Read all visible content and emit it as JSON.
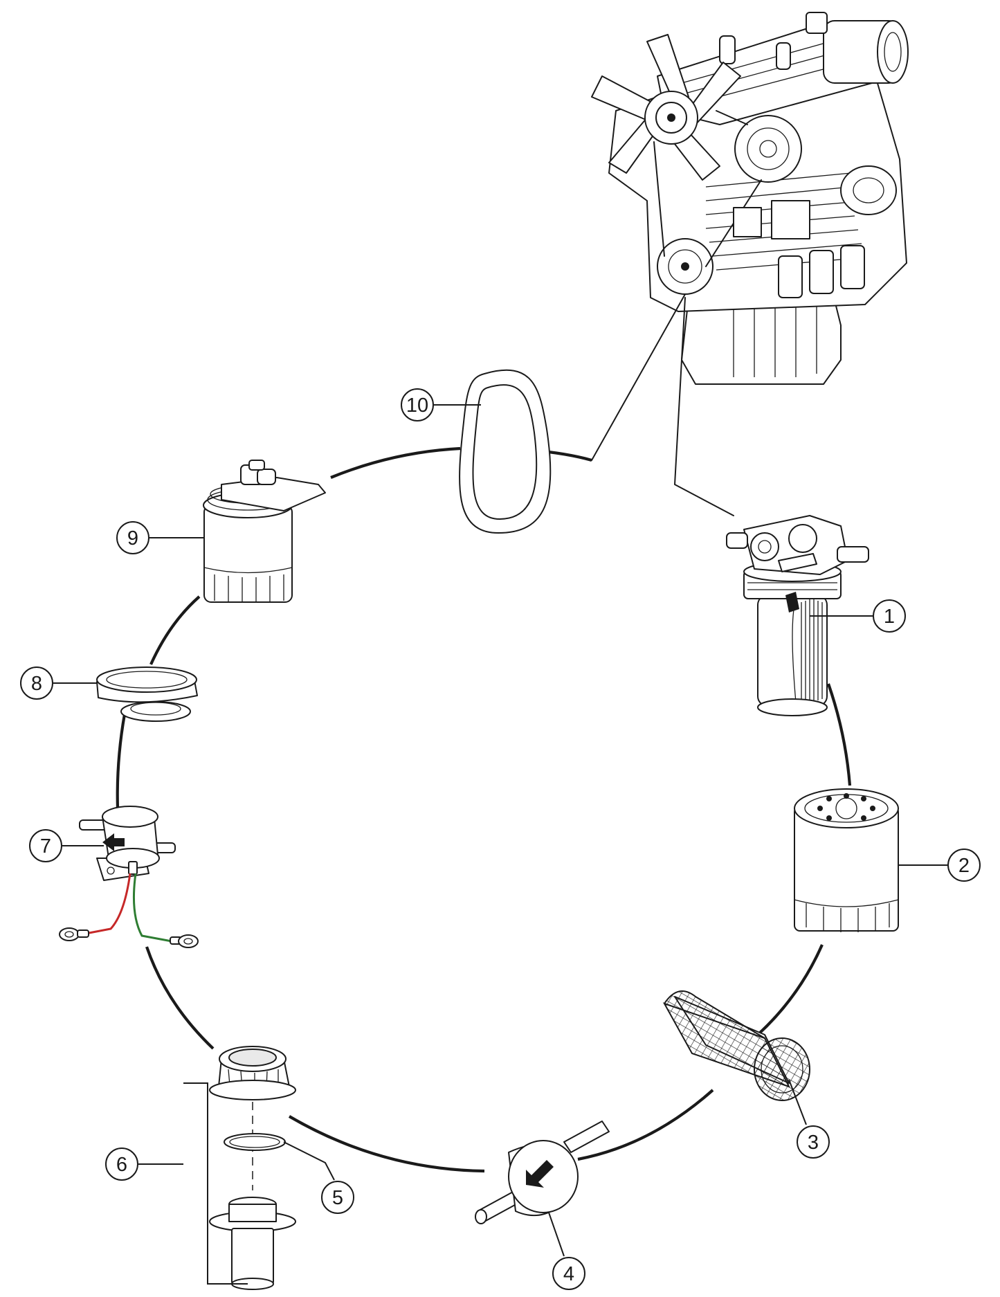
{
  "callouts": [
    {
      "id": "1",
      "label": "1"
    },
    {
      "id": "2",
      "label": "2"
    },
    {
      "id": "3",
      "label": "3"
    },
    {
      "id": "4",
      "label": "4"
    },
    {
      "id": "5",
      "label": "5"
    },
    {
      "id": "6",
      "label": "6"
    },
    {
      "id": "7",
      "label": "7"
    },
    {
      "id": "8",
      "label": "8"
    },
    {
      "id": "9",
      "label": "9"
    },
    {
      "id": "10",
      "label": "10"
    }
  ],
  "colors": {
    "line": "#1a1a1a",
    "wire_red": "#c62828",
    "wire_green": "#2e7d32",
    "background": "#ffffff"
  }
}
